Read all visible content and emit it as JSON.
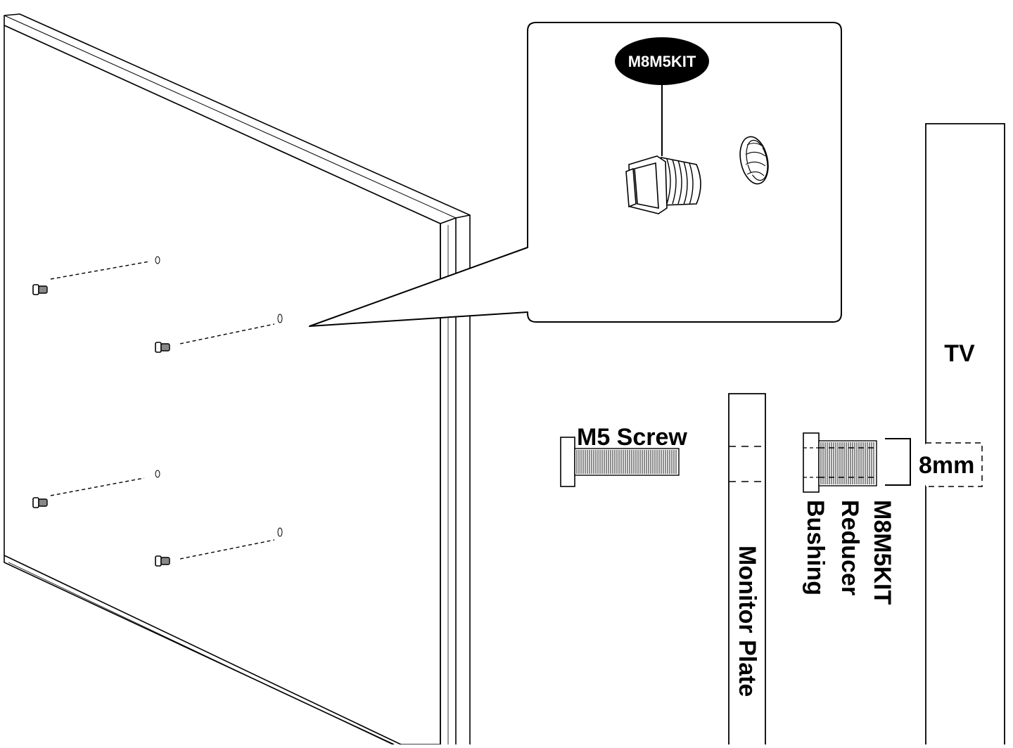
{
  "callout": {
    "badge_label": "M8M5KIT"
  },
  "labels": {
    "m5_screw": "M5 Screw",
    "monitor_plate": "Monitor Plate",
    "reducer_bushing_line1": "M8M5KIT",
    "reducer_bushing_line2": "Reducer",
    "reducer_bushing_line3": "Bushing",
    "tv": "TV",
    "depth": "8mm"
  },
  "colors": {
    "ink": "#000000",
    "paper": "#ffffff",
    "badge_fill": "#000000",
    "badge_text": "#ffffff"
  }
}
